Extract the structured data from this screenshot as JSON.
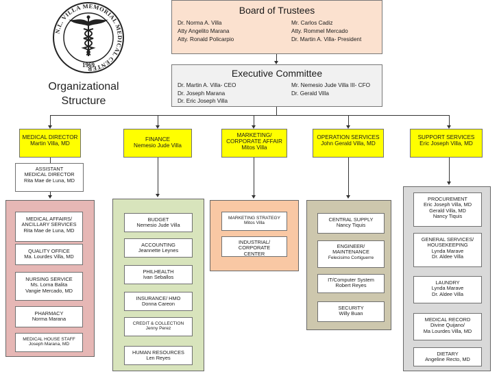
{
  "seal": {
    "ring_text": "N.L. VILLA MEMORIAL MEDICAL CENTER",
    "year": "1969"
  },
  "title": [
    "Organizational",
    "Structure"
  ],
  "board": {
    "title": "Board of Trustees",
    "left": [
      "Dr. Norma A. Villa",
      "Atty Angelito Marana",
      "Atty. Ronald Policarpio"
    ],
    "right": [
      "Mr. Carlos Cadiz",
      "Atty. Rommel Mercado",
      "Dr. Martin A. Villa- President"
    ]
  },
  "exec": {
    "title": "Executive Committee",
    "left": [
      "Dr. Martin A. Villa- CEO",
      "Dr. Joseph Marana",
      "Dr. Eric Joseph Villa"
    ],
    "right": [
      "Mr. Nemesio Jude Villa III- CFO",
      "Dr. Gerald Villa"
    ]
  },
  "departments": [
    {
      "title": "MEDICAL DIRECTOR",
      "name": "Martin Villa, MD"
    },
    {
      "title": "FINANCE",
      "name": "Nemesio Jude Villa"
    },
    {
      "title": "MARKETING/ CORPORATE AFFAIR",
      "name": "Mitos Villa"
    },
    {
      "title": "OPERATION SERVICES",
      "name": "John Gerald Villa, MD"
    },
    {
      "title": "SUPPORT SERVICES",
      "name": "Eric Joseph Villa, MD"
    }
  ],
  "assistant": {
    "title": [
      "ASSISTANT",
      "MEDICAL DIRECTOR"
    ],
    "name": "Rita Mae de Luna, MD"
  },
  "medical_units": [
    {
      "title": [
        "MEDICAL AFFAIRS/",
        "ANCILLARY SERVICES"
      ],
      "name": "Rita Mae de Luna, MD"
    },
    {
      "title": [
        "QUALITY OFFICE"
      ],
      "name": "Ma. Lourdes Villa, MD"
    },
    {
      "title": [
        "NURSING SERVICE"
      ],
      "name": "Ms. Lorna Balita",
      "name2": "Vangie Mercado, MD"
    },
    {
      "title": [
        "PHARMACY"
      ],
      "name": "Norma Marana"
    },
    {
      "title": [
        "MEDICAL HOUSE STAFF"
      ],
      "name": "Joseph Marana, MD"
    }
  ],
  "finance_units": [
    {
      "title": "BUDGET",
      "name": "Nemesio Jude Villa"
    },
    {
      "title": "ACCOUNTING",
      "name": "Jeannette Leynes"
    },
    {
      "title": "PHILHEALTH",
      "name": "Ivan Seballos"
    },
    {
      "title": "INSURANCE/ HMO",
      "name": "Donna Careon"
    },
    {
      "title": "CREDIT & COLLECTION",
      "name": "Jenny Perez"
    },
    {
      "title": "HUMAN RESOURCES",
      "name": "Len Reyes"
    }
  ],
  "marketing_units": [
    {
      "title": "MARKETING STRATEGY",
      "name": "Mitos Villa"
    },
    {
      "title": "INDUSTRIAL/ CORPORATE CENTER",
      "name": ""
    }
  ],
  "operation_units": [
    {
      "title": "CENTRAL SUPPLY",
      "name": "Nancy Tiquis"
    },
    {
      "title": "ENGINEER/ MAINTENANCE",
      "name": "Felecisimo Cortiguerre"
    },
    {
      "title": "IT/Computer System",
      "name": "Robert Reyes"
    },
    {
      "title": "SECURITY",
      "name": "Willy Buan"
    }
  ],
  "support_units": [
    {
      "title": "PROCUREMENT",
      "names": [
        "Eric Joseph Villa, MD",
        "Gerald Villa, MD",
        "Nancy Tiquis"
      ]
    },
    {
      "title": "GENERAL SERVICES/ HOUSEKEEPING",
      "names": [
        "Lynda Marave",
        "Dr. Aldee Villa"
      ]
    },
    {
      "title": "LAUNDRY",
      "names": [
        "Lynda Marave",
        "Dr. Aldee Villa"
      ]
    },
    {
      "title": "MEDICAL RECORD",
      "names": [
        "Divine Quijano/",
        "Ma Lourdes Villa, MD"
      ]
    },
    {
      "title": "DIETARY",
      "names": [
        "Angeline Recto, MD"
      ]
    }
  ],
  "colors": {
    "board_fill": "#fbe1cf",
    "exec_fill": "#f1f1f1",
    "dept_fill": "#ffff00",
    "medical_panel": "#e6b7b5",
    "finance_panel": "#d8e4bc",
    "marketing_panel": "#f9c8a4",
    "operation_panel": "#cdc7ad",
    "support_panel": "#d9d9d9"
  }
}
